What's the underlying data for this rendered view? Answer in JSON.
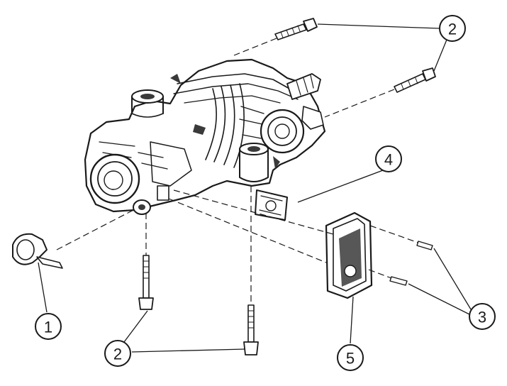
{
  "callouts": [
    {
      "id": "c1",
      "number": "1",
      "part": "mount-bushing"
    },
    {
      "id": "c2a",
      "number": "2",
      "part": "bolt"
    },
    {
      "id": "c2b",
      "number": "2",
      "part": "bolt"
    },
    {
      "id": "c3",
      "number": "3",
      "part": "bolt"
    },
    {
      "id": "c4",
      "number": "4",
      "part": "gasket"
    },
    {
      "id": "c5",
      "number": "5",
      "part": "cover"
    }
  ],
  "colors": {
    "ink": "#1a1a1a",
    "paper": "#ffffff"
  }
}
